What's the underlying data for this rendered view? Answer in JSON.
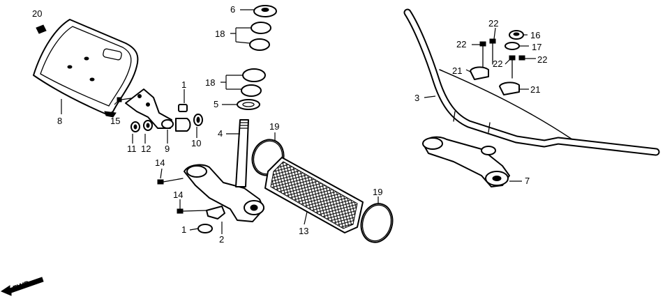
{
  "labels": {
    "p20": "20",
    "p8": "8",
    "p15": "15",
    "p11": "11",
    "p12": "12",
    "p9": "9",
    "p10": "10",
    "p1a": "1",
    "p14a": "14",
    "p14b": "14",
    "p1b": "1",
    "p2": "2",
    "p6": "6",
    "p18a": "18",
    "p18b": "18",
    "p5": "5",
    "p4": "4",
    "p19a": "19",
    "p19b": "19",
    "p13": "13",
    "p3": "3",
    "p7": "7",
    "p22a": "22",
    "p22b": "22",
    "p22c": "22",
    "p22d": "22",
    "p16": "16",
    "p17": "17",
    "p21a": "21",
    "p21b": "21"
  },
  "fwd": "FWD"
}
